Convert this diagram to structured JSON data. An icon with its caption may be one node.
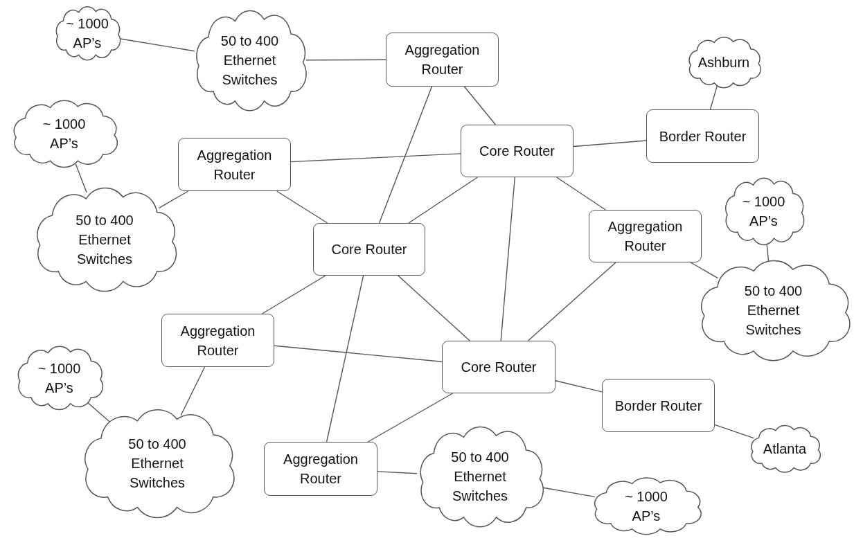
{
  "diagram": {
    "nodes": [
      {
        "text": [
          "~ 1000 AP’s"
        ]
      },
      {
        "text": [
          "50 to 400 Ethernet Switches"
        ]
      },
      {
        "text": [
          "Aggregation Router"
        ]
      },
      {
        "text": [
          "Ashburn"
        ]
      },
      {
        "text": [
          "~ 1000 AP’s"
        ]
      },
      {
        "text": [
          "Aggregation Router"
        ]
      },
      {
        "text": [
          "Core Router"
        ]
      },
      {
        "text": [
          "Border Router"
        ]
      },
      {
        "text": [
          "50 to 400 Ethernet Switches"
        ]
      },
      {
        "text": [
          "Core Router"
        ]
      },
      {
        "text": [
          "Aggregation Router"
        ]
      },
      {
        "text": [
          "~ 1000 AP’s"
        ]
      },
      {
        "text": [
          "50 to 400 Ethernet Switches"
        ]
      },
      {
        "text": [
          "Aggregation Router"
        ]
      },
      {
        "text": [
          "Core Router"
        ]
      },
      {
        "text": [
          "~ 1000 AP’s"
        ]
      },
      {
        "text": [
          "Border Router"
        ]
      },
      {
        "text": [
          "50 to 400 Ethernet Switches"
        ]
      },
      {
        "text": [
          "Atlanta"
        ]
      },
      {
        "text": [
          "Aggregation Router"
        ]
      },
      {
        "text": [
          "50 to 400 Ethernet Switches"
        ]
      },
      {
        "text": [
          "~ 1000 AP’s"
        ]
      }
    ],
    "edges": [
      {
        "from": 0,
        "to": 1,
        "arrow": "none"
      },
      {
        "from": 1,
        "to": 2,
        "arrow": "none"
      },
      {
        "from": 2,
        "to": 6,
        "arrow": "none"
      },
      {
        "from": 2,
        "to": 9,
        "arrow": "none"
      },
      {
        "from": 3,
        "to": 7,
        "arrow": "none"
      },
      {
        "from": 6,
        "to": 7,
        "arrow": "none"
      },
      {
        "from": 5,
        "to": 6,
        "arrow": "none"
      },
      {
        "from": 4,
        "to": 8,
        "arrow": "none"
      },
      {
        "from": 5,
        "to": 8,
        "arrow": "none"
      },
      {
        "from": 5,
        "to": 9,
        "arrow": "none"
      },
      {
        "from": 6,
        "to": 9,
        "arrow": "none"
      },
      {
        "from": 6,
        "to": 14,
        "arrow": "none"
      },
      {
        "from": 6,
        "to": 10,
        "arrow": "none"
      },
      {
        "from": 9,
        "to": 14,
        "arrow": "none"
      },
      {
        "from": 10,
        "to": 14,
        "arrow": "none"
      },
      {
        "from": 10,
        "to": 12,
        "arrow": "none"
      },
      {
        "from": 11,
        "to": 12,
        "arrow": "none"
      },
      {
        "from": 9,
        "to": 13,
        "arrow": "none"
      },
      {
        "from": 13,
        "to": 14,
        "arrow": "none"
      },
      {
        "from": 13,
        "to": 17,
        "arrow": "none"
      },
      {
        "from": 15,
        "to": 17,
        "arrow": "none"
      },
      {
        "from": 9,
        "to": 19,
        "arrow": "none"
      },
      {
        "from": 14,
        "to": 19,
        "arrow": "none"
      },
      {
        "from": 14,
        "to": 16,
        "arrow": "none"
      },
      {
        "from": 16,
        "to": 18,
        "arrow": "none"
      },
      {
        "from": 19,
        "to": 20,
        "arrow": "none"
      },
      {
        "from": 20,
        "to": 21,
        "arrow": "none"
      }
    ]
  }
}
